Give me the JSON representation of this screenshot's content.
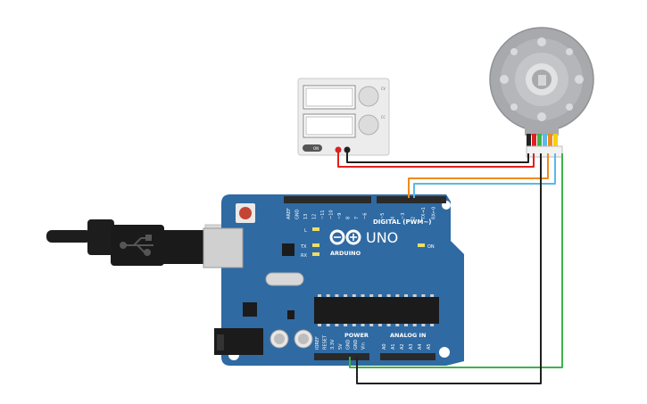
{
  "board": {
    "model": "UNO",
    "brand": "ARDUINO",
    "digital_label": "DIGITAL (PWM~)",
    "on_label": "ON",
    "power_label": "POWER",
    "analog_label": "ANALOG IN",
    "led_l": "L",
    "led_tx": "TX",
    "led_rx": "RX",
    "top_header_pins": [
      "AREF",
      "GND",
      "13",
      "12",
      "~11",
      "~10",
      "~9",
      "8",
      "7",
      "~6",
      "~5",
      "4",
      "~3",
      "2",
      "TX→1",
      "RX←0"
    ],
    "power_pins": [
      "IOREF",
      "RESET",
      "3.3V",
      "5V",
      "GND",
      "GND",
      "Vin"
    ],
    "analog_pins": [
      "A0",
      "A1",
      "A2",
      "A3",
      "A4",
      "A5"
    ]
  },
  "power_supply": {
    "knob1_label": "CV",
    "knob2_label": "CC",
    "power_button_label": "ON"
  },
  "colors": {
    "board_blue": "#2f6aa3",
    "wire_red": "#e02020",
    "wire_black": "#202020",
    "wire_orange": "#f08a1c",
    "wire_blue": "#5bb8e8",
    "wire_green": "#3db34a",
    "motor_gray": "#a7a9ac"
  },
  "icons": [
    "usb-plug-icon",
    "usb-symbol-icon",
    "arduino-infinity-logo-icon"
  ]
}
